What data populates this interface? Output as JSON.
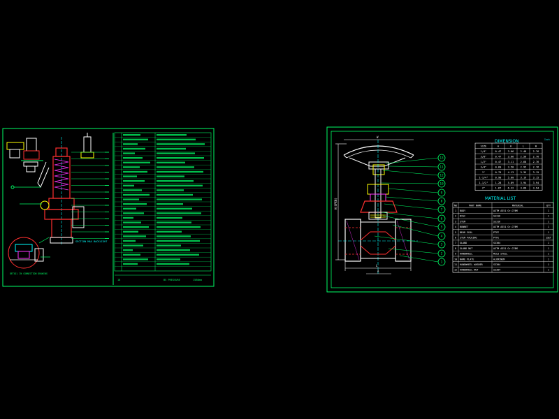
{
  "colors": {
    "background": "#000000",
    "frame": "#00ff66",
    "outline": "#ffffff",
    "body": "#ff3030",
    "accent": "#ffff00",
    "dim": "#00ffff",
    "hatch": "#ff33ff"
  },
  "left_sheet": {
    "section_label": "SECTION MAX BACKLIGHT",
    "detail_label": "DETAIL IN CONNECTION DRAWING",
    "footer_left": "18",
    "footer_mid": "BS PRESSURE",
    "footer_right": "1580mm",
    "callout_count": 14
  },
  "right_sheet": {
    "dimension_title": "DIMENSION",
    "dimension_unit": "Inch",
    "dimension_headers": [
      "SIZE",
      "A",
      "H",
      "L",
      "W"
    ],
    "dimension_rows": [
      [
        "1/4\"",
        "0.47",
        "3.66",
        "2.48",
        "2.76"
      ],
      [
        "3/8\"",
        "0.47",
        "3.66",
        "2.56",
        "2.76"
      ],
      [
        "1/2\"",
        "0.47",
        "3.11",
        "2.68",
        "2.76"
      ],
      [
        "3/4\"",
        "0.60",
        "3.58",
        "2.95",
        "2.76"
      ],
      [
        "1\"",
        "0.79",
        "4.13",
        "3.35",
        "3.15"
      ],
      [
        "1-1/4\"",
        "0.98",
        "5.00",
        "3.19",
        "3.15"
      ],
      [
        "1-1/2\"",
        "1.28",
        "5.89",
        "3.94",
        "3.94"
      ],
      [
        "2\"",
        "1.67",
        "6.22",
        "3.66",
        "3.94"
      ]
    ],
    "material_title": "MATERIAL LIST",
    "material_headers": [
      "NO",
      "PART NAME",
      "MATERIAL",
      "QTY"
    ],
    "material_rows": [
      [
        "1",
        "BODY",
        "ASTM A351 Gr.CF8M",
        "1"
      ],
      [
        "2",
        "DISC",
        "SS316",
        "1"
      ],
      [
        "3",
        "STEM",
        "SS316",
        "1"
      ],
      [
        "4",
        "BONNET",
        "ASTM A351 Gr.CF8M",
        "1"
      ],
      [
        "5",
        "BEAR SEAL",
        "PTFE",
        "1"
      ],
      [
        "6",
        "STEM PACKING",
        "PTFE",
        "1SET"
      ],
      [
        "7",
        "GLAND",
        "SS304",
        "1"
      ],
      [
        "8",
        "GLAND NUT",
        "ASTM A351 Gr.CF8M",
        "1"
      ],
      [
        "9",
        "HANDWHEEL",
        "MILD STEEL",
        "1"
      ],
      [
        "10",
        "NAME PLATE",
        "ALUMINUM",
        "1"
      ],
      [
        "11",
        "HANDWHEEL WASHER",
        "SS304",
        "1"
      ],
      [
        "12",
        "HANDWHEEL NUT",
        "SS304",
        "1"
      ]
    ],
    "balloons": [
      "13",
      "11",
      "12",
      "10",
      "9",
      "8",
      "7",
      "6",
      "5",
      "4",
      "3",
      "2",
      "1"
    ],
    "dim_height": "H(OPEN)",
    "dim_width": "W",
    "dim_length": "L",
    "dim_a": "A"
  }
}
